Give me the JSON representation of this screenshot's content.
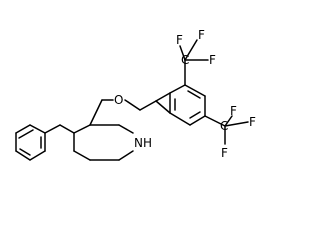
{
  "molecule": {
    "atom_labels": {
      "oxygen": "O",
      "nitrogen": "NH",
      "cf3_top": {
        "carbon": "C",
        "fluorines": [
          "F",
          "F",
          "F"
        ]
      },
      "cf3_bottom": {
        "carbon": "C",
        "fluorines": [
          "F",
          "F",
          "F"
        ]
      }
    }
  }
}
